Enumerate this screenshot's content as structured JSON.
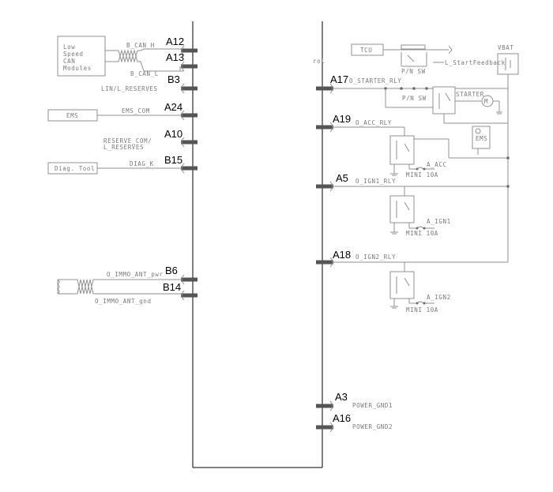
{
  "ecu": {
    "left_pins": [
      {
        "id": "A12",
        "signal": "B_CAN_H"
      },
      {
        "id": "A13",
        "signal": "B_CAN_L"
      },
      {
        "id": "B3",
        "signal": "LIN/L_RESERVES"
      },
      {
        "id": "A24",
        "signal": "EMS_COM"
      },
      {
        "id": "A10",
        "signal": "RESERVE_COM/ L_RESERVES"
      },
      {
        "id": "B15",
        "signal": "DIAG_K"
      },
      {
        "id": "B6",
        "signal": "O_IMMO_ANT_pwr"
      },
      {
        "id": "B14",
        "signal": "O_IMMO_ANT_gnd"
      }
    ],
    "right_pins": [
      {
        "id": "A17",
        "signal": "O_STARTER_RLY"
      },
      {
        "id": "A19",
        "signal": "O_ACC_RLY"
      },
      {
        "id": "A5",
        "signal": "O_IGN1_RLY"
      },
      {
        "id": "A18",
        "signal": "O_IGN2_RLY"
      },
      {
        "id": "A3",
        "signal": "POWER_GND1"
      },
      {
        "id": "A16",
        "signal": "POWER_GND2"
      }
    ],
    "side_label": "rol"
  },
  "left_devices": {
    "can_modules": [
      "Low",
      "Speed",
      "CAN",
      "Modules"
    ],
    "ems": "EMS",
    "diag_tool": "Diag. Tool"
  },
  "right_devices": {
    "tcu": "TCU",
    "vbat": "VBAT",
    "pn_sw_top": "P/N SW",
    "pn_sw_mid": "P/N SW",
    "start_feedback": "L_StartFeedback",
    "starter": "STARTER",
    "ems": "EMS",
    "motor_symbol": "M"
  },
  "fuses": [
    {
      "name": "A_ACC",
      "rating": "MINI 10A"
    },
    {
      "name": "A_IGN1",
      "rating": "MINI 10A"
    },
    {
      "name": "A_IGN2",
      "rating": "MINI 10A"
    }
  ],
  "colors": {
    "line": "#000000",
    "device_line": "#909090",
    "pin": "#555555",
    "label": "#7a7a7a"
  }
}
